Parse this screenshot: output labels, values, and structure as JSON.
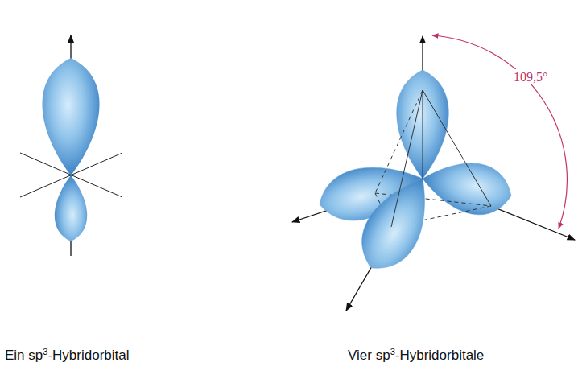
{
  "diagram": {
    "labels": [
      "109,5°",
      "Ein sp3-Hybridorbital",
      "Vier sp3-Hybridorbitale"
    ]
  }
}
